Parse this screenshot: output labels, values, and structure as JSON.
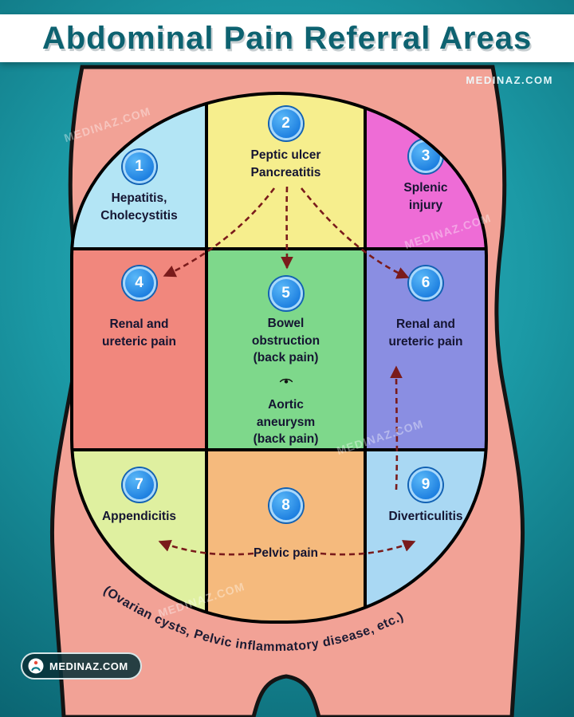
{
  "header": {
    "title": "Abdominal Pain Referral Areas"
  },
  "watermark": "MEDINAZ.COM",
  "brand": {
    "label": "MEDINAZ.COM"
  },
  "colors": {
    "background_teal": "#14929e",
    "title_teal": "#0d6270",
    "arrow_maroon": "#7a1b1b",
    "badge_blue": "#2196f3",
    "body_skin": "#f2a296"
  },
  "regions": [
    {
      "num": "1",
      "label": "Hepatitis,\nCholecystitis",
      "color": "#b3e5f5"
    },
    {
      "num": "2",
      "label": "Peptic ulcer\nPancreatitis",
      "color": "#f6ee8d"
    },
    {
      "num": "3",
      "label": "Splenic\ninjury",
      "color": "#ee6cd6"
    },
    {
      "num": "4",
      "label": "Renal and\nureteric pain",
      "color": "#f1877d"
    },
    {
      "num": "5",
      "label": "Bowel\nobstruction\n(back pain)",
      "label2": "Aortic\naneurysm\n(back pain)",
      "color": "#7ed88b"
    },
    {
      "num": "6",
      "label": "Renal and\nureteric pain",
      "color": "#8a8ee2"
    },
    {
      "num": "7",
      "label": "Appendicitis",
      "color": "#dff0a0"
    },
    {
      "num": "8",
      "label": "Pelvic pain",
      "color": "#f5ba7d"
    },
    {
      "num": "9",
      "label": "Diverticulitis",
      "color": "#a9d8f3"
    }
  ],
  "footer_note": "(Ovarian cysts, Pelvic inflammatory disease, etc.)"
}
